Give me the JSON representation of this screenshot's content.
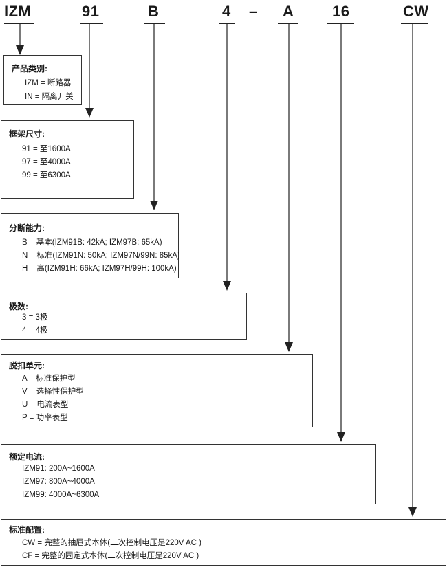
{
  "codes": {
    "c1": "IZM",
    "c2": "91",
    "c3": "B",
    "c4": "4",
    "dash": "–",
    "c5": "A",
    "c6": "16",
    "c7": "CW"
  },
  "boxes": {
    "b1": {
      "title": "产品类别:",
      "lines": [
        "IZM = 断路器",
        "IN = 隔离开关"
      ]
    },
    "b2": {
      "title": "框架尺寸:",
      "lines": [
        "91 = 至1600A",
        "97 = 至4000A",
        "99 = 至6300A"
      ]
    },
    "b3": {
      "title": "分断能力:",
      "lines": [
        "B = 基本(IZM91B: 42kA;  IZM97B: 65kA)",
        "N = 标准(IZM91N: 50kA;  IZM97N/99N: 85kA)",
        "H = 高(IZM91H: 66kA;  IZM97H/99H: 100kA)"
      ]
    },
    "b4": {
      "title": "极数:",
      "lines": [
        "3 = 3极",
        "4 = 4极"
      ]
    },
    "b5": {
      "title": "脱扣单元:",
      "lines": [
        "A = 标准保护型",
        "V = 选择性保护型",
        "U = 电流表型",
        "P = 功率表型"
      ]
    },
    "b6": {
      "title": "额定电流:",
      "lines": [
        "IZM91: 200A~1600A",
        "IZM97: 800A~4000A",
        "IZM99: 4000A~6300A"
      ]
    },
    "b7": {
      "title": "标准配置:",
      "lines": [
        "CW = 完整的抽屉式本体(二次控制电压是220V AC )",
        "CF = 完整的固定式本体(二次控制电压是220V AC )"
      ]
    }
  }
}
